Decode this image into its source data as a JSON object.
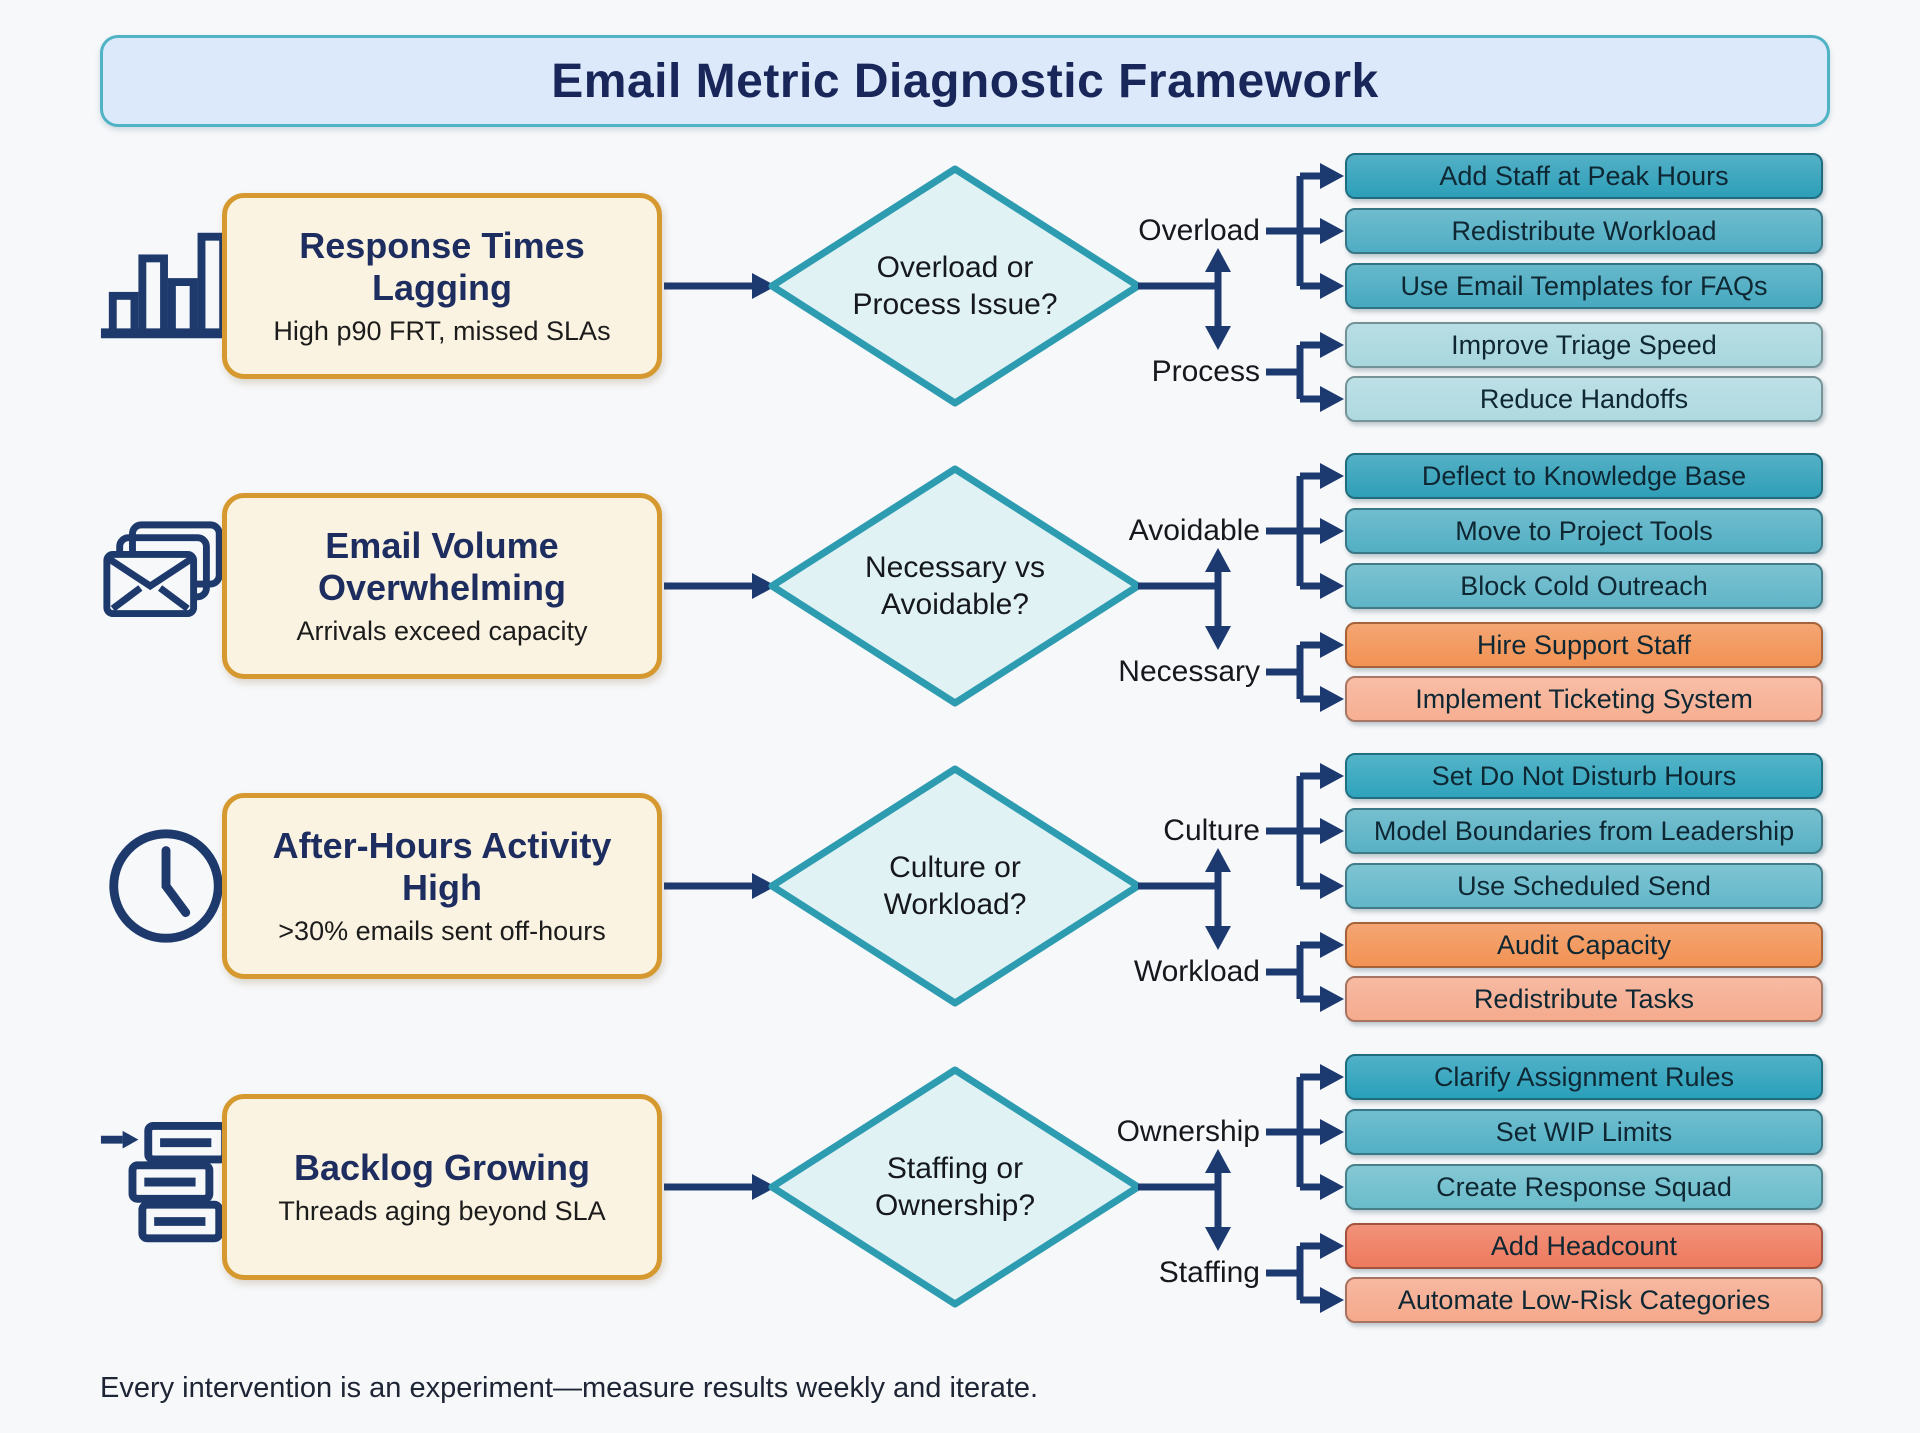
{
  "title": "Email Metric Diagnostic Framework",
  "footer": "Every intervention is an experiment—measure results weekly and iterate.",
  "colors": {
    "background": "#f7f8fa",
    "connector": "#1c3a70",
    "banner_bg": "#dce9fa",
    "banner_border": "#4fb3c4",
    "title_text": "#18265a",
    "diamond_fill": "#e0f2f4",
    "diamond_border": "#2d9cb1",
    "problem_fill": "#fbf3e1",
    "problem_border": "#d5992f",
    "icon_stroke": "#1e3a6d"
  },
  "rows": [
    {
      "icon": "bar-chart-icon",
      "problem": {
        "title": "Response Times Lagging",
        "subtitle": "High p90 FRT, missed SLAs"
      },
      "decision_line1": "Overload or",
      "decision_line2": "Process Issue?",
      "branches": [
        {
          "label": "Overload",
          "actions": [
            {
              "label": "Add Staff at Peak Hours",
              "color": "#2d9fb9"
            },
            {
              "label": "Redistribute Workload",
              "color": "#4fadc3"
            },
            {
              "label": "Use Email Templates for FAQs",
              "color": "#46a9c0"
            }
          ]
        },
        {
          "label": "Process",
          "actions": [
            {
              "label": "Improve Triage Speed",
              "color": "#a8d7de"
            },
            {
              "label": "Reduce Handoffs",
              "color": "#aed9e0"
            }
          ]
        }
      ]
    },
    {
      "icon": "envelopes-icon",
      "problem": {
        "title": "Email Volume Overwhelming",
        "subtitle": "Arrivals exceed capacity"
      },
      "decision_line1": "Necessary vs",
      "decision_line2": "Avoidable?",
      "branches": [
        {
          "label": "Avoidable",
          "actions": [
            {
              "label": "Deflect to Knowledge Base",
              "color": "#2f9fb8"
            },
            {
              "label": "Move to Project Tools",
              "color": "#52afc3"
            },
            {
              "label": "Block Cold Outreach",
              "color": "#5fb5c7"
            }
          ]
        },
        {
          "label": "Necessary",
          "actions": [
            {
              "label": "Hire Support Staff",
              "color": "#f29254"
            },
            {
              "label": "Implement Ticketing System",
              "color": "#f7af92"
            }
          ]
        }
      ]
    },
    {
      "icon": "clock-icon",
      "problem": {
        "title": "After-Hours Activity High",
        "subtitle": ">30% emails sent off-hours"
      },
      "decision_line1": "Culture or",
      "decision_line2": "Workload?",
      "branches": [
        {
          "label": "Culture",
          "actions": [
            {
              "label": "Set Do Not Disturb Hours",
              "color": "#2fa3bc"
            },
            {
              "label": "Model Boundaries from Leadership",
              "color": "#58b1c4"
            },
            {
              "label": "Use Scheduled Send",
              "color": "#62b7c9"
            }
          ]
        },
        {
          "label": "Workload",
          "actions": [
            {
              "label": "Audit Capacity",
              "color": "#f29254"
            },
            {
              "label": "Redistribute Tasks",
              "color": "#f5ab8e"
            }
          ]
        }
      ]
    },
    {
      "icon": "backlog-queue-icon",
      "problem": {
        "title": "Backlog Growing",
        "subtitle": "Threads aging beyond SLA"
      },
      "decision_line1": "Staffing or",
      "decision_line2": "Ownership?",
      "branches": [
        {
          "label": "Ownership",
          "actions": [
            {
              "label": "Clarify Assignment Rules",
              "color": "#2aa0bb"
            },
            {
              "label": "Set WIP Limits",
              "color": "#52b0c5"
            },
            {
              "label": "Create Response Squad",
              "color": "#6abccb"
            }
          ]
        },
        {
          "label": "Staffing",
          "actions": [
            {
              "label": "Add Headcount",
              "color": "#ee7a5d"
            },
            {
              "label": "Automate Low-Risk Categories",
              "color": "#f5a98c"
            }
          ]
        }
      ]
    }
  ]
}
